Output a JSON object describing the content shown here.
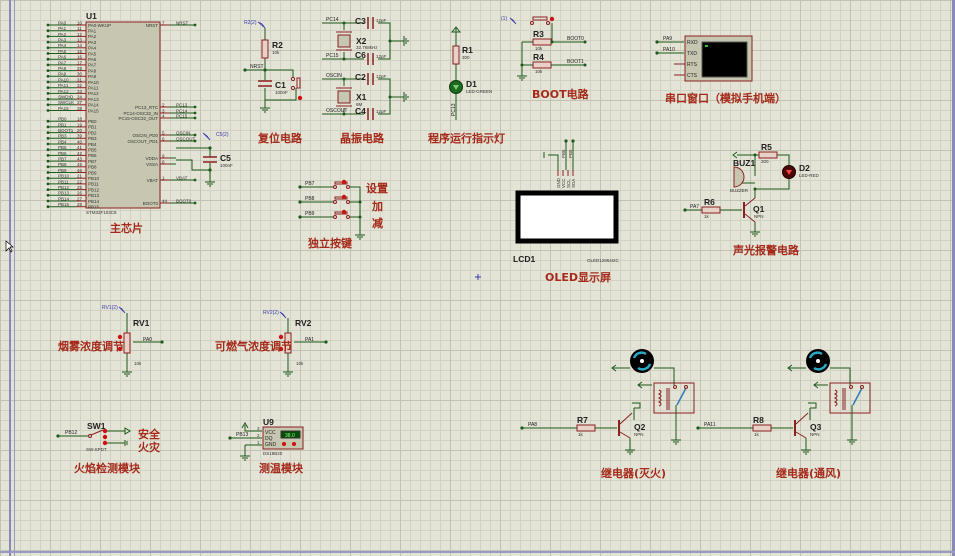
{
  "titles": {
    "mcu": "主芯片",
    "reset": "复位电路",
    "crystal": "晶振电路",
    "led": "程序运行指示灯",
    "boot": "BOOT电路",
    "uart": "串口窗口（模拟手机端）",
    "buttons": "独立按键",
    "oled": "OLED显示屏",
    "alarm": "声光报警电路",
    "smoke": "烟雾浓度调节",
    "gas": "可燃气浓度调节",
    "flame": "火焰检测模块",
    "temp": "测温模块",
    "relay1": "继电器(灭火)",
    "relay2": "继电器(通风)"
  },
  "mcu": {
    "ref": "U1",
    "part": "STM32F103C8",
    "left_pins": [
      {
        "net": "PA0",
        "num": "10",
        "name": "PA0-WKUP"
      },
      {
        "net": "PA1",
        "num": "11",
        "name": "PA1"
      },
      {
        "net": "PA2",
        "num": "12",
        "name": "PA2"
      },
      {
        "net": "PA3",
        "num": "13",
        "name": "PA3"
      },
      {
        "net": "PA4",
        "num": "14",
        "name": "PA4"
      },
      {
        "net": "PA5",
        "num": "15",
        "name": "PA5"
      },
      {
        "net": "PA6",
        "num": "16",
        "name": "PA6"
      },
      {
        "net": "PA7",
        "num": "17",
        "name": "PA7"
      },
      {
        "net": "PA8",
        "num": "29",
        "name": "PA8"
      },
      {
        "net": "PA9",
        "num": "30",
        "name": "PA9"
      },
      {
        "net": "PA10",
        "num": "31",
        "name": "PA10"
      },
      {
        "net": "PA11",
        "num": "32",
        "name": "PA11"
      },
      {
        "net": "PA12",
        "num": "33",
        "name": "PA12"
      },
      {
        "net": "SWDIO",
        "num": "34",
        "name": "PA13"
      },
      {
        "net": "SWCLK",
        "num": "37",
        "name": "PA14"
      },
      {
        "net": "PA15",
        "num": "38",
        "name": "PA15"
      },
      {
        "net": "PB0",
        "num": "18",
        "name": "PB0"
      },
      {
        "net": "PB1",
        "num": "19",
        "name": "PB1"
      },
      {
        "net": "BOOT1",
        "num": "20",
        "name": "PB2"
      },
      {
        "net": "PB3",
        "num": "39",
        "name": "PB3"
      },
      {
        "net": "PB4",
        "num": "40",
        "name": "PB4"
      },
      {
        "net": "PB5",
        "num": "41",
        "name": "PB5"
      },
      {
        "net": "PB6",
        "num": "42",
        "name": "PB6"
      },
      {
        "net": "PB7",
        "num": "43",
        "name": "PB7"
      },
      {
        "net": "PB8",
        "num": "45",
        "name": "PB8"
      },
      {
        "net": "PB9",
        "num": "46",
        "name": "PB9"
      },
      {
        "net": "PB10",
        "num": "21",
        "name": "PB10"
      },
      {
        "net": "PB11",
        "num": "22",
        "name": "PB11"
      },
      {
        "net": "PB12",
        "num": "25",
        "name": "PB12"
      },
      {
        "net": "PB13",
        "num": "26",
        "name": "PB13"
      },
      {
        "net": "PB14",
        "num": "27",
        "name": "PB14"
      },
      {
        "net": "PB15",
        "num": "28",
        "name": "PB15"
      }
    ],
    "right_pins": [
      {
        "net": "NRST",
        "num": "7",
        "name": "NRST"
      },
      {
        "net": "PC13",
        "num": "2",
        "name": "PC13_RTC"
      },
      {
        "net": "PC14",
        "num": "3",
        "name": "PC14-OSC32_IN"
      },
      {
        "net": "PC15",
        "num": "4",
        "name": "PC15-OSC32_OUT"
      },
      {
        "net": "OSCIN",
        "num": "5",
        "name": "OSCIN_PD0"
      },
      {
        "net": "OSCOUT",
        "num": "6",
        "name": "OSCOUT_PD1"
      },
      {
        "net": "",
        "num": "9",
        "name": "VDDA"
      },
      {
        "net": "",
        "num": "8",
        "name": "VSSA"
      },
      {
        "net": "VBAT",
        "num": "1",
        "name": "VBAT"
      },
      {
        "net": "BOOT0",
        "num": "44",
        "name": "BOOT0"
      }
    ]
  },
  "c5": {
    "ref": "C5",
    "value": "100nF",
    "probe": "C5(2)"
  },
  "reset": {
    "r_ref": "R2",
    "r_val": "10k",
    "c_ref": "C1",
    "c_val": "100nF",
    "net": "NRST",
    "probe": "R2(2)"
  },
  "crystal": {
    "x2": {
      "ref": "X2",
      "val": "32.768kHz"
    },
    "x1": {
      "ref": "X1",
      "val": "8M"
    },
    "caps": [
      {
        "ref": "C3",
        "val": "12pF"
      },
      {
        "ref": "C6",
        "val": "12pF"
      },
      {
        "ref": "C2",
        "val": "12pF"
      },
      {
        "ref": "C4",
        "val": "12pF"
      }
    ],
    "nets": [
      "PC14",
      "PC15",
      "OSCIN",
      "OSCOUT"
    ]
  },
  "led": {
    "r_ref": "R1",
    "r_val": "300",
    "d_ref": "D1",
    "d_val": "LED-GREEN",
    "net": "PC13"
  },
  "boot": {
    "r3": "R3",
    "r4": "R4",
    "r_val": "10k",
    "nets": [
      "BOOT0",
      "BOOT1"
    ],
    "probe": "(1)"
  },
  "uart": {
    "pins": [
      "RXD",
      "TXD",
      "RTS",
      "CTS"
    ],
    "nets": [
      "PA9",
      "PA10"
    ]
  },
  "buttons": {
    "nets": [
      "PB7",
      "PB8",
      "PB9"
    ],
    "labels": [
      "设置",
      "加",
      "减"
    ]
  },
  "oled": {
    "ref": "LCD1",
    "part": "OLED12864I2C",
    "pins": [
      "GND",
      "VCC",
      "SCL",
      "SDA"
    ],
    "nets": [
      "PB6",
      "PB5"
    ]
  },
  "alarm": {
    "buz_ref": "BUZ1",
    "buz_val": "BUZZER",
    "r5": "R5",
    "r5_val": "300",
    "d2": "D2",
    "d2_val": "LED-RED",
    "r6": "R6",
    "r6_val": "1k",
    "q1": "Q1",
    "q1_val": "NPN",
    "net": "PA7"
  },
  "pots": [
    {
      "ref": "RV1",
      "val": "10k",
      "net": "PA0",
      "probe": "RV1(2)"
    },
    {
      "ref": "RV2",
      "val": "10k",
      "net": "PA1",
      "probe": "RV2(2)"
    }
  ],
  "flame": {
    "ref": "SW1",
    "part": "SW-SPDT",
    "net": "PB12",
    "labels": [
      "安全",
      "火灾"
    ]
  },
  "temp": {
    "ref": "U9",
    "part": "DS18B20",
    "net": "PB13",
    "pins": [
      "VCC",
      "DQ",
      "GND"
    ],
    "pin_nums": [
      "3",
      "2",
      "1"
    ],
    "reading": "38.0"
  },
  "relays": [
    {
      "r": "R7",
      "r_val": "1k",
      "q": "Q2",
      "q_val": "NPN",
      "net": "PA8"
    },
    {
      "r": "R8",
      "r_val": "1k",
      "q": "Q3",
      "q_val": "NPN",
      "net": "PA11"
    }
  ]
}
